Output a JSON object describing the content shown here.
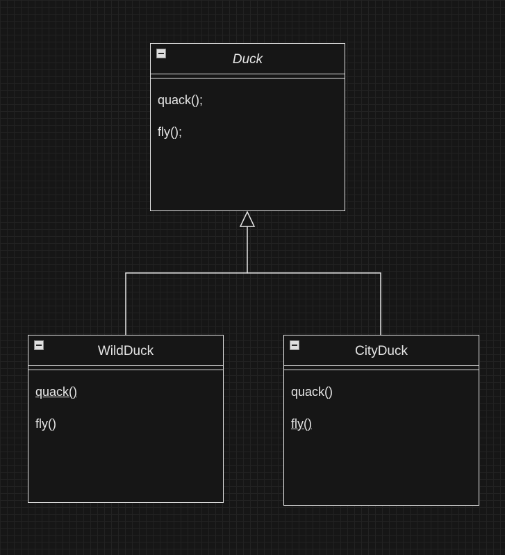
{
  "diagram": {
    "classes": [
      {
        "id": "duck",
        "name": "Duck",
        "abstract": true,
        "methods": [
          {
            "label": "quack();",
            "static": false
          },
          {
            "label": "fly();",
            "static": false
          }
        ]
      },
      {
        "id": "wildduck",
        "name": "WildDuck",
        "abstract": false,
        "methods": [
          {
            "label": "quack()",
            "static": true
          },
          {
            "label": "fly()",
            "static": false
          }
        ]
      },
      {
        "id": "cityduck",
        "name": "CityDuck",
        "abstract": false,
        "methods": [
          {
            "label": "quack()",
            "static": false
          },
          {
            "label": "fly()",
            "static": true
          }
        ]
      }
    ],
    "relations": [
      {
        "type": "inheritance",
        "from": "wildduck",
        "to": "duck"
      },
      {
        "type": "inheritance",
        "from": "cityduck",
        "to": "duck"
      }
    ],
    "colors": {
      "background": "#161616",
      "stroke": "#e6e6e6",
      "text": "#e6e6e6"
    }
  }
}
